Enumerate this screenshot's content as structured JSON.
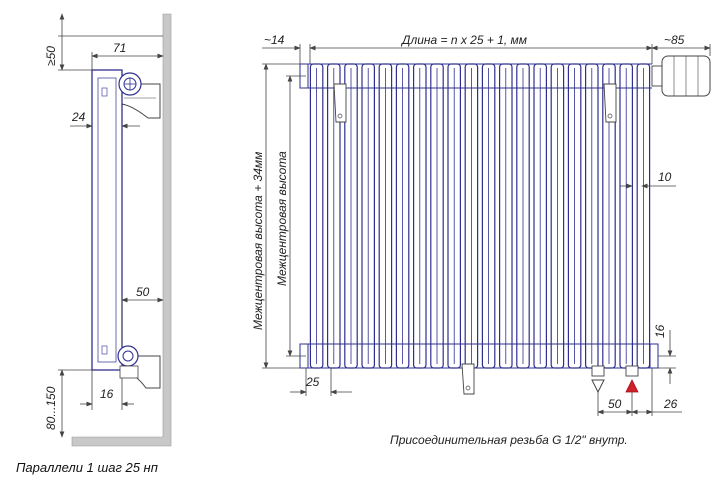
{
  "diagram": {
    "side_view": {
      "dim_top_gap": "≥50",
      "dim_depth": "71",
      "dim_offset": "24",
      "dim_bottom_depth": "50",
      "dim_bottom_offset": "16",
      "dim_floor_gap": "80...150"
    },
    "front_view": {
      "dim_left": "~14",
      "dim_length": "Длина = n x 25 + 1, мм",
      "dim_right": "~85",
      "dim_height_outer": "Межцентровая высота + 34мм",
      "dim_height_inner": "Межцентровая высота",
      "dim_side_10": "10",
      "dim_bottom_16": "16",
      "dim_bottom_25": "25",
      "dim_50": "50",
      "dim_26": "26",
      "tube_count": 20
    },
    "thread_note": "Присоединительная резьба G 1/2\" внутр.",
    "caption": "Параллели 1 шаг 25 нп"
  },
  "colors": {
    "tube_outline": "#2f2f8f",
    "wall": "#c8c8c8",
    "valve_arrow": "#d0202a"
  }
}
